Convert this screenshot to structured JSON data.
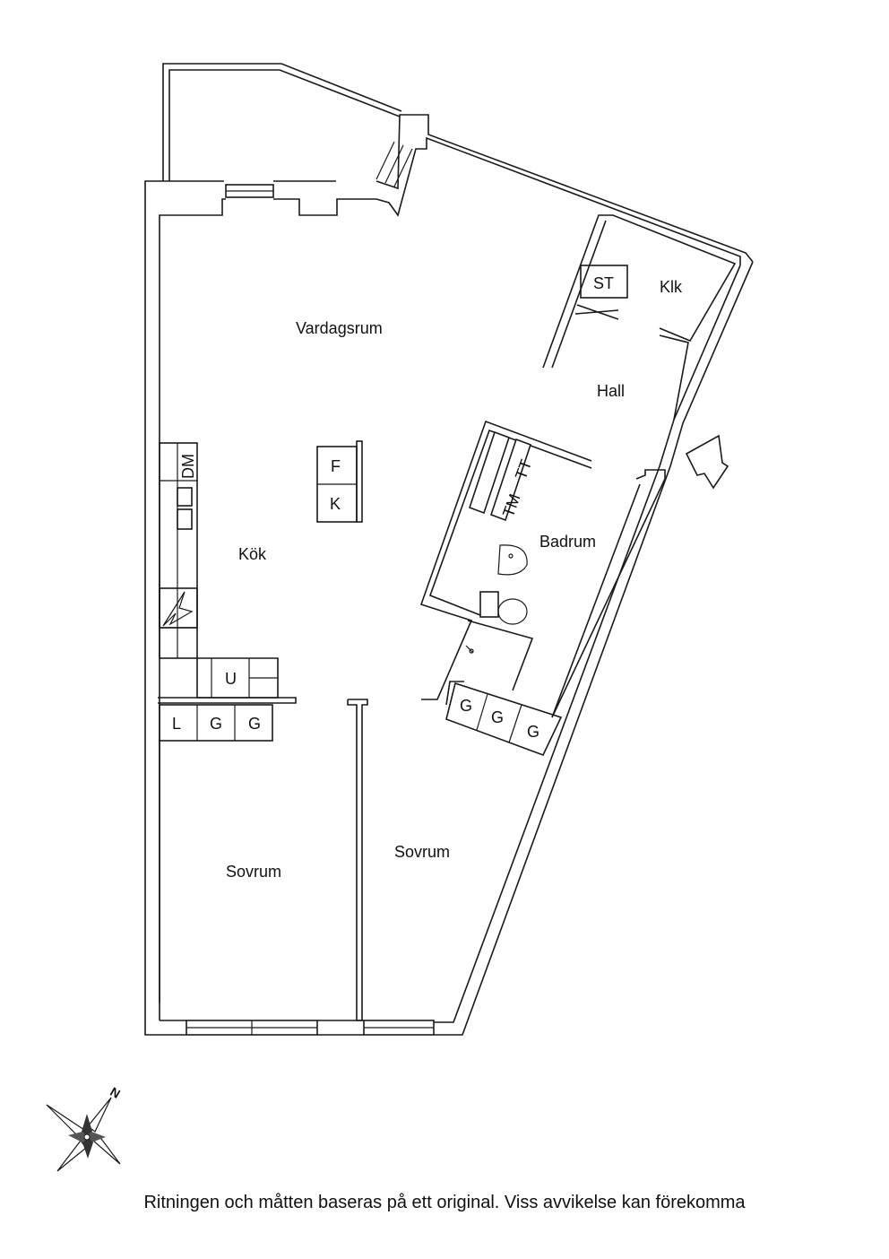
{
  "rooms": {
    "vardagsrum": "Vardagsrum",
    "kok": "Kök",
    "hall": "Hall",
    "klk": "Klk",
    "badrum": "Badrum",
    "sovrum_left": "Sovrum",
    "sovrum_right": "Sovrum"
  },
  "fixtures": {
    "st": "ST",
    "dm": "DM",
    "f": "F",
    "k": "K",
    "tm": "TM",
    "tt": "TT",
    "u": "U",
    "l": "L",
    "g": "G"
  },
  "compass": {
    "north": "N"
  },
  "disclaimer": "Ritningen och måtten baseras på ett original. Viss avvikelse kan förekomma"
}
